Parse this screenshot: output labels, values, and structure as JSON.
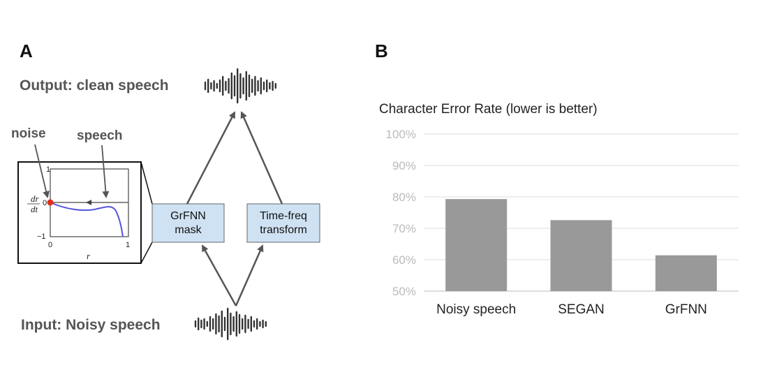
{
  "panel_a": {
    "letter": "A",
    "output_label": "Output: clean speech",
    "input_label": "Input: Noisy speech",
    "noise_label": "noise",
    "speech_label": "speech",
    "grfnn_box": {
      "line1": "GrFNN",
      "line2": "mask"
    },
    "tf_box": {
      "line1": "Time-freq",
      "line2": "transform"
    },
    "inset": {
      "y_top": "1",
      "y_zero": "0",
      "y_bottom": "−1",
      "x_left": "0",
      "x_right": "1",
      "y_axis_label": "dr/dt",
      "y_axis_num": "dr",
      "y_axis_den": "dt",
      "x_axis_label": "r"
    }
  },
  "panel_b": {
    "letter": "B"
  },
  "chart_data": {
    "type": "bar",
    "title": "Character Error Rate (lower is better)",
    "categories": [
      "Noisy speech",
      "SEGAN",
      "GrFNN"
    ],
    "values": [
      79.3,
      72.6,
      61.4
    ],
    "ylim": [
      50,
      100
    ],
    "yticks": [
      "100%",
      "90%",
      "80%",
      "70%",
      "60%",
      "50%"
    ],
    "ytick_values": [
      100,
      90,
      80,
      70,
      60,
      50
    ],
    "bar_color": "#999999",
    "grid": true,
    "legend": "none"
  }
}
